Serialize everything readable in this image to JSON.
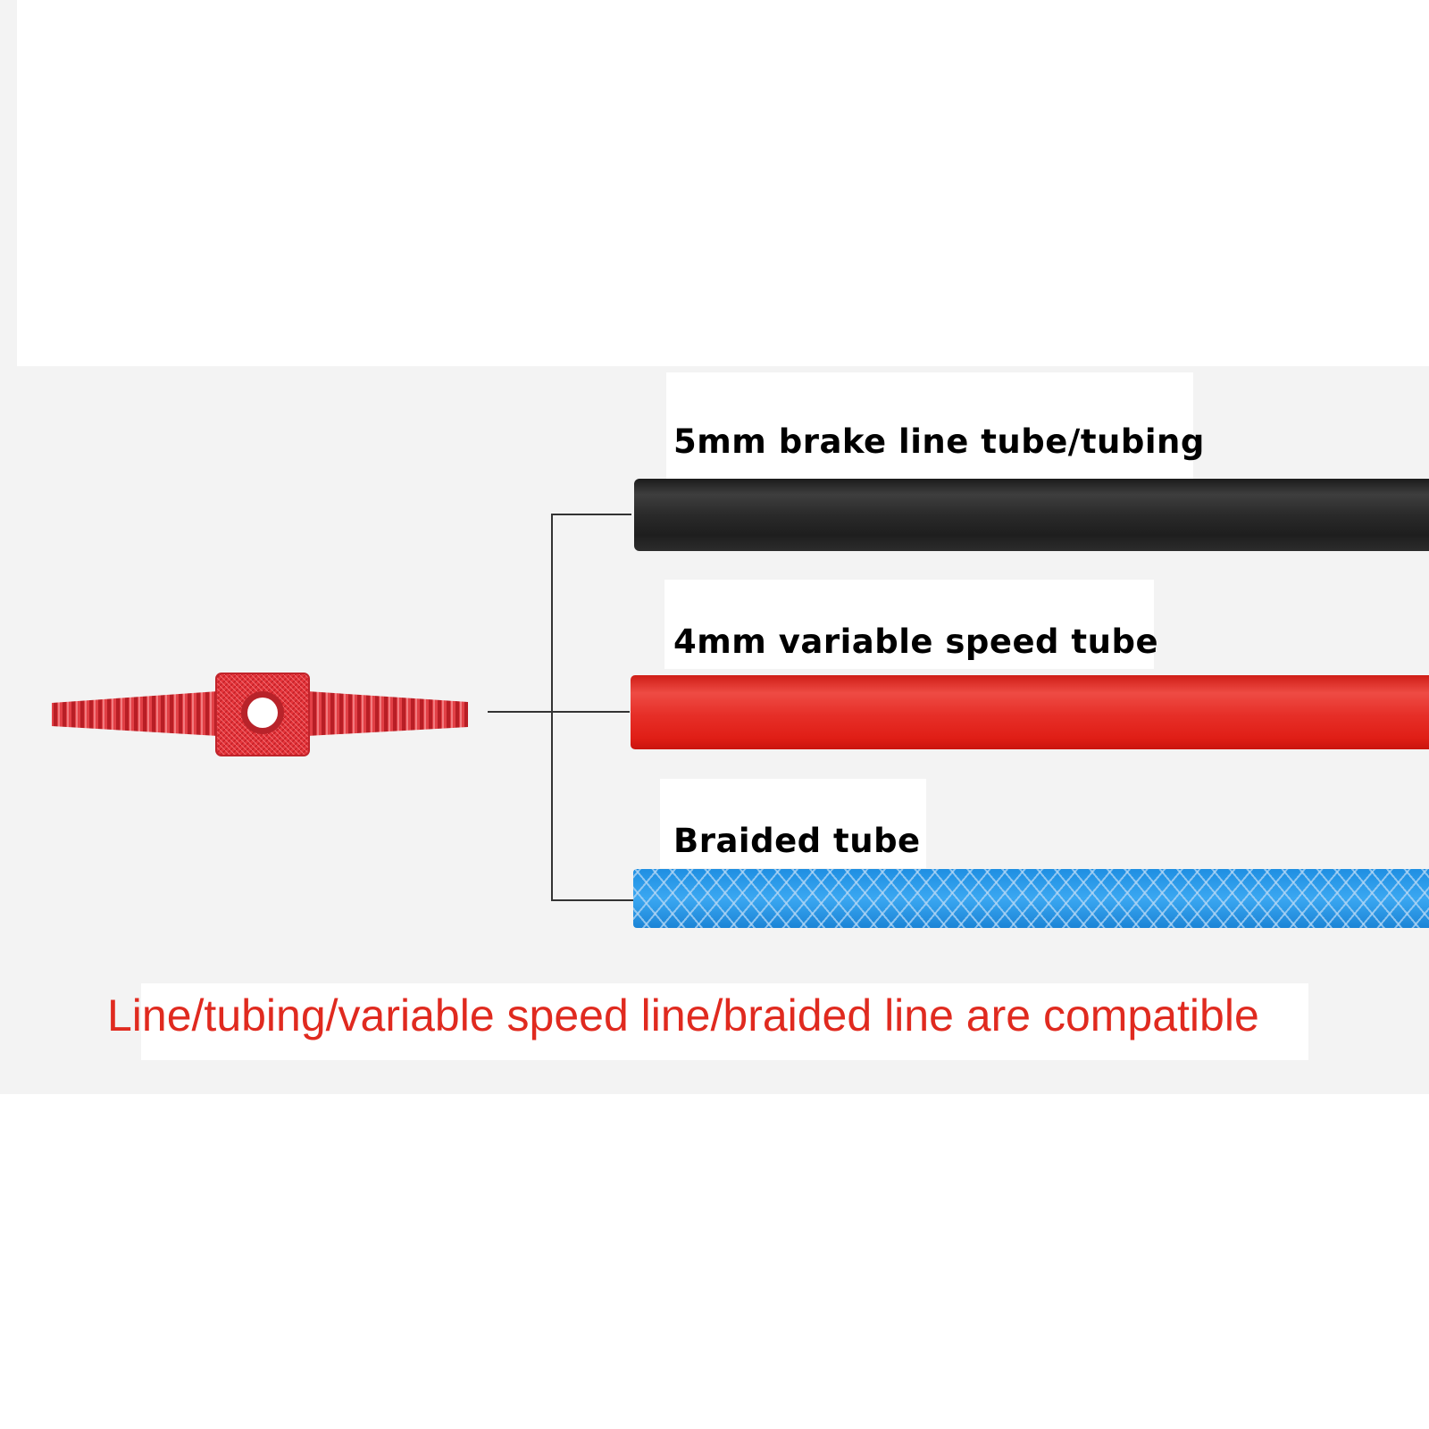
{
  "labels": {
    "brake": "5mm brake line tube/tubing",
    "shift": "4mm variable speed tube",
    "braided": "Braided tube"
  },
  "caption": "Line/tubing/variable speed line/braided line are compatible",
  "colors": {
    "brake_tube": "#2a2a2a",
    "shift_tube": "#e62e27",
    "braided_tube": "#2a9be8",
    "adjuster": "#e5343a",
    "caption": "#e02a1f"
  },
  "icons": {
    "adjuster": "red-cable-adjuster-bolt"
  }
}
